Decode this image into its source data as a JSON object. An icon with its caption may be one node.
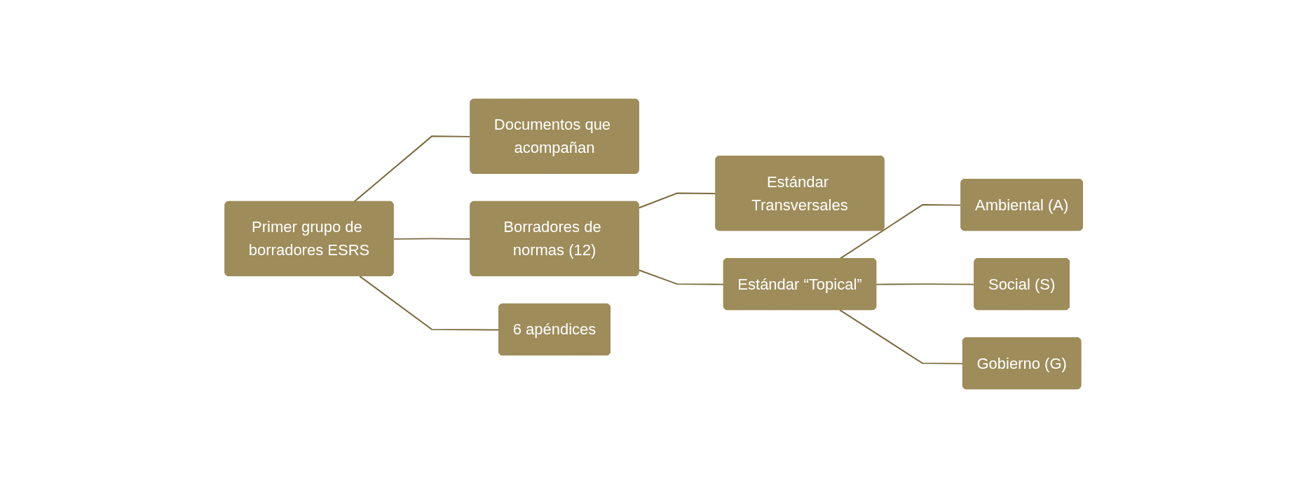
{
  "diagram": {
    "nodes": [
      {
        "text": [
          "Primer grupo de borradores ESRS"
        ]
      },
      {
        "text": [
          "Documentos que acompañan"
        ]
      },
      {
        "text": [
          "Borradores de normas (12)"
        ]
      },
      {
        "text": [
          "6 apéndices"
        ]
      },
      {
        "text": [
          "Estándar Transversales"
        ]
      },
      {
        "text": [
          "Estándar “Topical”"
        ]
      },
      {
        "text": [
          "Ambiental (A)"
        ]
      },
      {
        "text": [
          "Social (S)"
        ]
      },
      {
        "text": [
          "Gobierno (G)"
        ]
      }
    ],
    "edges": [
      {
        "from": 0,
        "to": 1,
        "arrow": "none"
      },
      {
        "from": 0,
        "to": 2,
        "arrow": "none"
      },
      {
        "from": 0,
        "to": 3,
        "arrow": "none"
      },
      {
        "from": 2,
        "to": 4,
        "arrow": "none"
      },
      {
        "from": 2,
        "to": 5,
        "arrow": "none"
      },
      {
        "from": 5,
        "to": 6,
        "arrow": "none"
      },
      {
        "from": 5,
        "to": 7,
        "arrow": "none"
      },
      {
        "from": 5,
        "to": 8,
        "arrow": "none"
      }
    ]
  }
}
